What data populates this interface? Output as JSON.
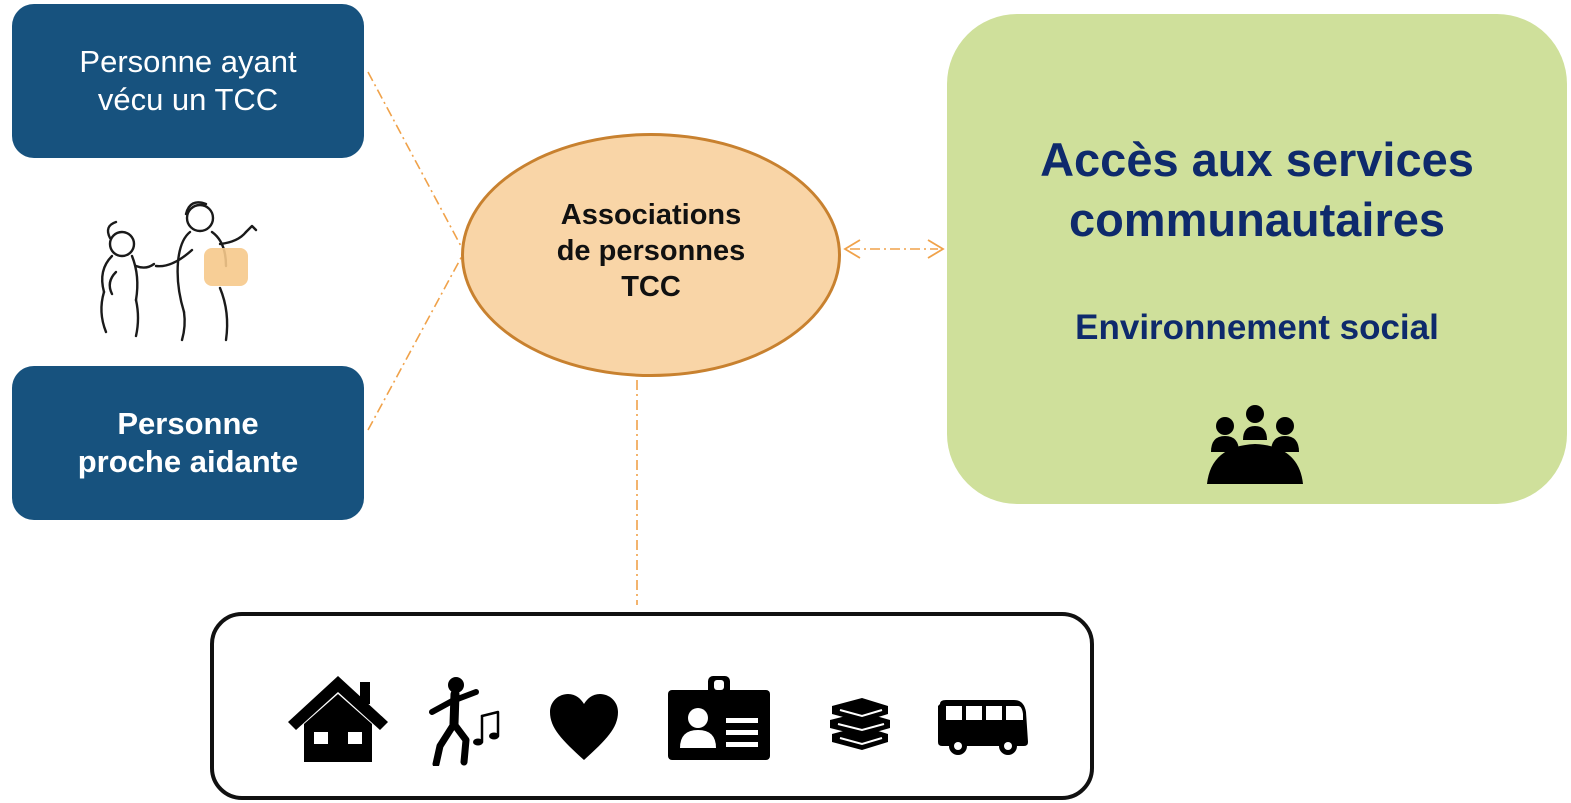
{
  "nodes": {
    "person": {
      "line1": "Personne ayant",
      "line2": "vécu un TCC"
    },
    "caregiver": {
      "line1": "Personne",
      "line2": "proche aidante"
    },
    "associations": {
      "line1": "Associations",
      "line2": "de personnes",
      "line3": "TCC"
    },
    "services": {
      "title_line1": "Accès aux services",
      "title_line2": "communautaires",
      "subtitle": "Environnement social"
    }
  },
  "icons": {
    "illustration": "two-people-helping-illustration",
    "services": "group-meeting-icon",
    "domains": [
      "house-icon",
      "dancing-music-icon",
      "heart-icon",
      "id-badge-icon",
      "books-icon",
      "bus-icon"
    ]
  },
  "colors": {
    "node_blue": "#17527e",
    "ellipse_fill": "#f9d5a7",
    "ellipse_border": "#c8812f",
    "services_fill": "#cfe09b",
    "services_text": "#0e2a6c",
    "connector": "#f0a24a"
  }
}
